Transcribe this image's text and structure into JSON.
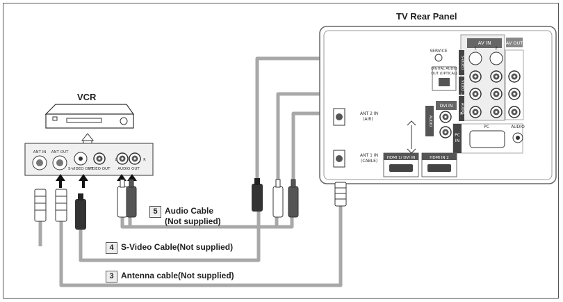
{
  "titles": {
    "tv_rear": "TV Rear Panel",
    "vcr": "VCR"
  },
  "tv_panel": {
    "av_in": "AV IN",
    "av_in_1": "1",
    "av_in_2": "2",
    "av_out": "AV OUT",
    "service": "SERVICE",
    "s_video": "S-VIDEO",
    "video": "VIDEO",
    "audio": "AUDIO",
    "digital_audio_line1": "DIGITAL AUDIO",
    "digital_audio_line2": "OUT (OPTICAL)",
    "dvi_in": "DVI IN",
    "dvi_audio": "AUDIO",
    "ant2_line1": "ANT 2 IN",
    "ant2_line2": "(AIR)",
    "ant1_line1": "ANT 1 IN",
    "ant1_line2": "(CABLE)",
    "pc_in_line1": "PC",
    "pc_in_line2": "IN",
    "pc": "PC",
    "pc_audio": "AUDIO",
    "hdmi1": "HDMI 1/ DVI IN",
    "hdmi2": "HDMI IN 2",
    "letter_l": "L",
    "letter_r": "R"
  },
  "vcr_panel": {
    "ant_in": "ANT IN",
    "ant_out": "ANT OUT",
    "s_video_out": "S-VIDEO OUT",
    "video_out": "VIDEO OUT",
    "audio_out": "AUDIO OUT",
    "letter_l": "L",
    "letter_r": "R"
  },
  "cables": [
    {
      "number": "5",
      "line1": "Audio Cable",
      "line2": "(Not supplied)"
    },
    {
      "number": "4",
      "line1": "S-Video Cable(Not supplied)",
      "line2": ""
    },
    {
      "number": "3",
      "line1": "Antenna cable(Not supplied)",
      "line2": ""
    }
  ],
  "colors": {
    "cable": "#a8a8a8",
    "jack_red": "#555555",
    "frame": "#555555"
  }
}
